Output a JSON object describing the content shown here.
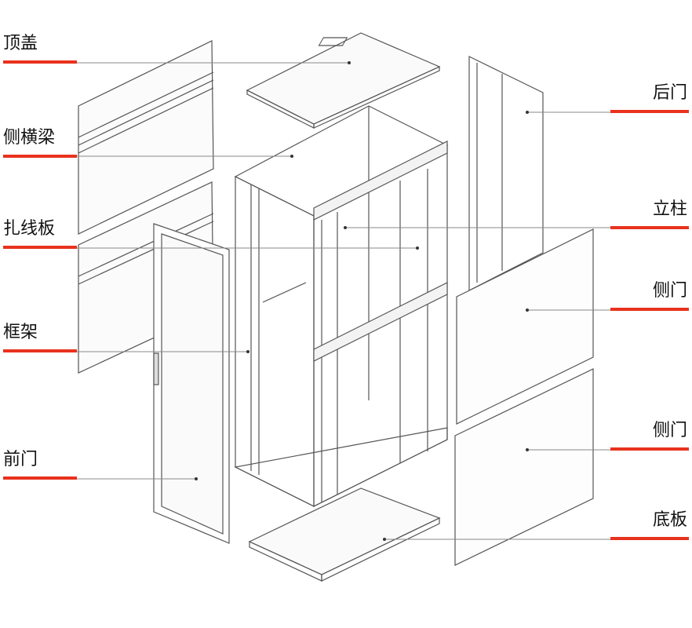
{
  "labels_left": [
    {
      "text": "顶盖"
    },
    {
      "text": "侧横梁"
    },
    {
      "text": "扎线板"
    },
    {
      "text": "框架"
    },
    {
      "text": "前门"
    }
  ],
  "labels_right": [
    {
      "text": "后门"
    },
    {
      "text": "立柱"
    },
    {
      "text": "侧门"
    },
    {
      "text": "侧门"
    },
    {
      "text": "底板"
    }
  ],
  "colors": {
    "accent": "#e8321e",
    "leader": "#888888",
    "stroke": "#555555"
  }
}
